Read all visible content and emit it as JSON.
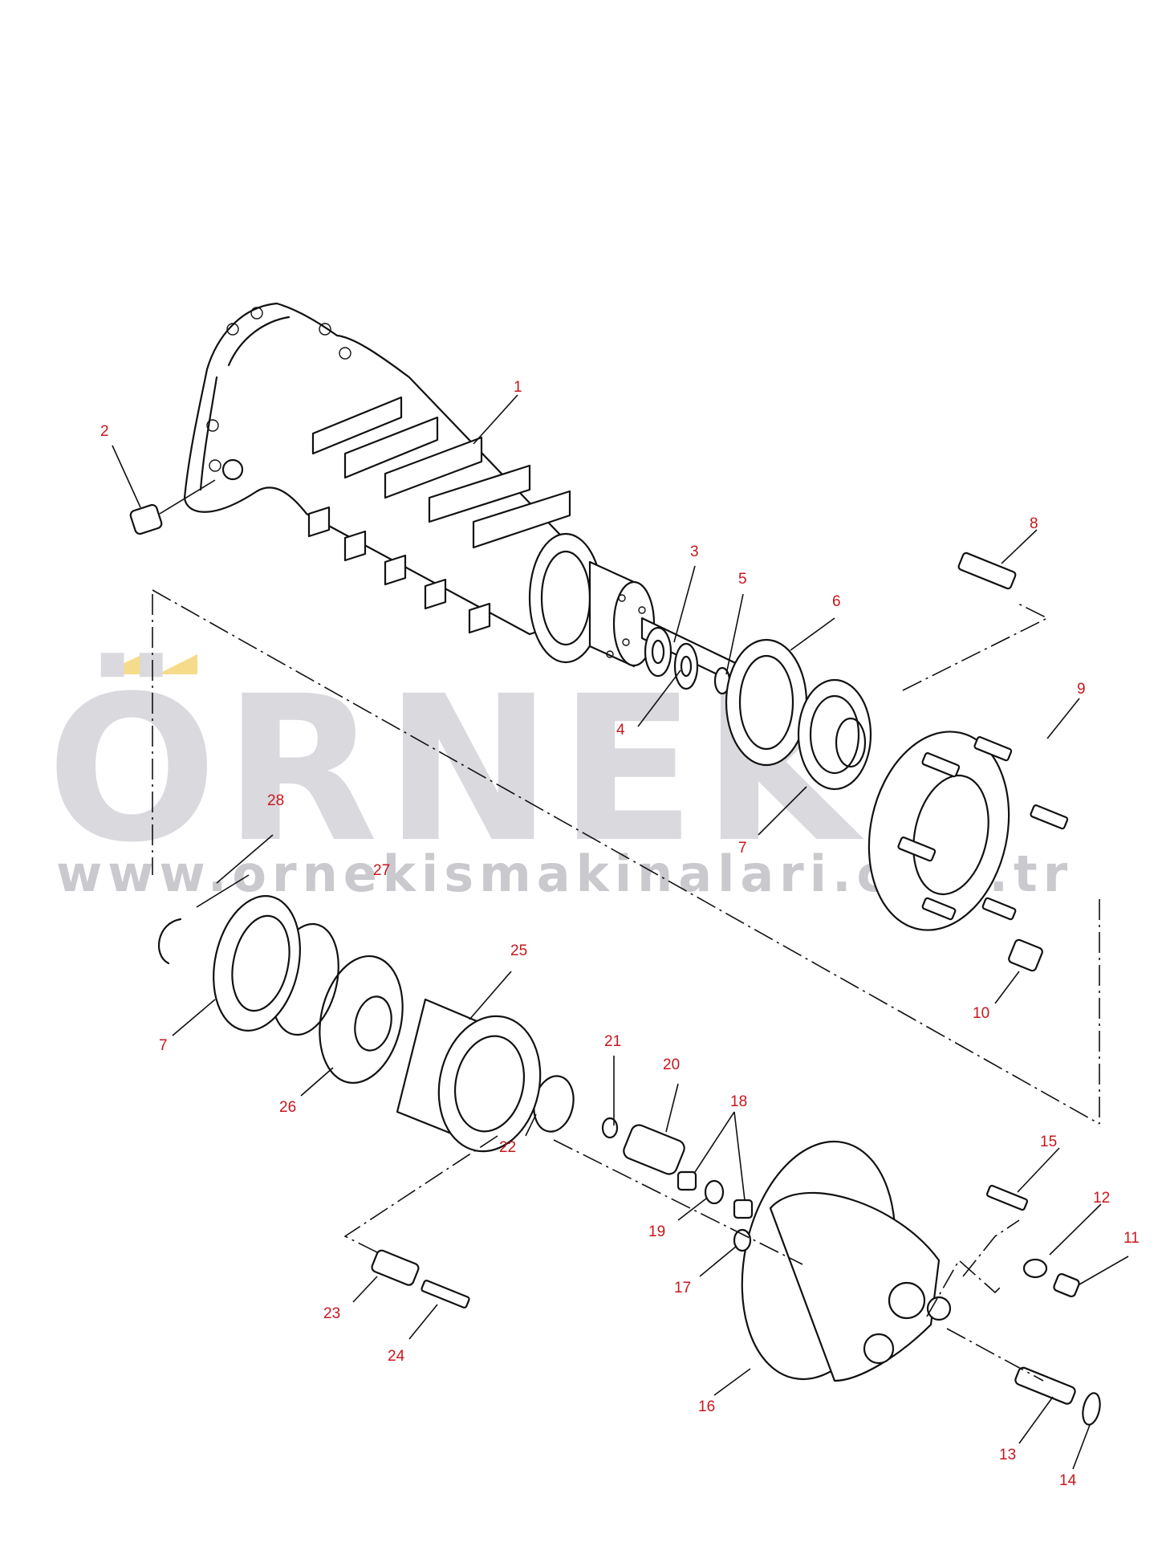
{
  "watermark": {
    "brand": "ÖRNEK",
    "url": "www.ornekismakinalari.com.tr",
    "accent_color": "#f6dc8a"
  },
  "label_color": "#c8161d",
  "parts": [
    {
      "id": "1",
      "label": "1"
    },
    {
      "id": "2",
      "label": "2"
    },
    {
      "id": "3",
      "label": "3"
    },
    {
      "id": "4",
      "label": "4"
    },
    {
      "id": "5",
      "label": "5"
    },
    {
      "id": "6",
      "label": "6"
    },
    {
      "id": "7a",
      "label": "7"
    },
    {
      "id": "7b",
      "label": "7"
    },
    {
      "id": "8",
      "label": "8"
    },
    {
      "id": "9",
      "label": "9"
    },
    {
      "id": "10",
      "label": "10"
    },
    {
      "id": "11",
      "label": "11"
    },
    {
      "id": "12",
      "label": "12"
    },
    {
      "id": "13",
      "label": "13"
    },
    {
      "id": "14",
      "label": "14"
    },
    {
      "id": "15",
      "label": "15"
    },
    {
      "id": "16",
      "label": "16"
    },
    {
      "id": "17",
      "label": "17"
    },
    {
      "id": "18",
      "label": "18"
    },
    {
      "id": "19",
      "label": "19"
    },
    {
      "id": "20",
      "label": "20"
    },
    {
      "id": "21",
      "label": "21"
    },
    {
      "id": "22",
      "label": "22"
    },
    {
      "id": "23",
      "label": "23"
    },
    {
      "id": "24",
      "label": "24"
    },
    {
      "id": "25",
      "label": "25"
    },
    {
      "id": "26",
      "label": "26"
    },
    {
      "id": "27",
      "label": "27"
    },
    {
      "id": "28",
      "label": "28"
    }
  ]
}
